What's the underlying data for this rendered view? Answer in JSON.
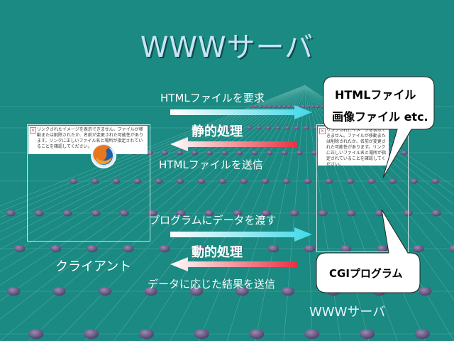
{
  "slide": {
    "title": "WWWサーバ",
    "request_html": "HTMLファイルを要求",
    "static_process": "静的処理",
    "send_html": "HTMLファイルを送信",
    "pass_data": "プログラムにデータを渡す",
    "dynamic_process": "動的処理",
    "send_result": "データに応じた結果を送信",
    "client_label": "クライアント",
    "server_label": "WWWサーバ",
    "callout_top_line1": "HTMLファイル",
    "callout_top_line2": "画像ファイル etc.",
    "callout_bottom": "CGIプログラム",
    "broken_image_text": "リンクされたイメージを表示できません。ファイルが移動または削除されたか、名前が変更された可能性があります。リンクに正しいファイル名と場所が指定されていることを確認してください。"
  },
  "colors": {
    "background": "#1a8a82",
    "right_arrow": "#40d8e8",
    "left_arrow": "#e83040"
  }
}
